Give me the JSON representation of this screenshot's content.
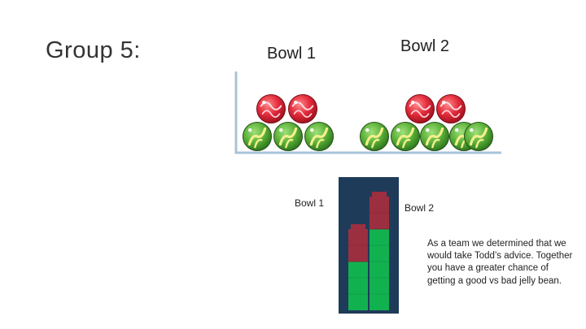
{
  "slide": {
    "title": "Group 5:",
    "bowl_labels": {
      "bowl1": "Bowl 1",
      "bowl2": "Bowl 2"
    },
    "stack_labels": {
      "bowl1": "Bowl 1",
      "bowl2": "Bowl 2"
    },
    "note": "As a team we determined that we would take Todd’s advice. Together you have a greater chance of getting a good vs bad jelly bean."
  },
  "bowls": [
    {
      "name": "Bowl 1",
      "red_marbles": 2,
      "green_marbles": 3
    },
    {
      "name": "Bowl 2",
      "red_marbles": 2,
      "green_marbles": 5
    }
  ],
  "stacks": [
    {
      "name": "Bowl 1",
      "red_blocks": 2,
      "green_blocks": 3
    },
    {
      "name": "Bowl 2",
      "red_blocks": 2,
      "green_blocks": 5
    }
  ],
  "colors": {
    "red_marble": "#e32b3c",
    "green_marble": "#5db23a",
    "stripe": "#f2ef8c",
    "panel_bg": "#1f3b5a",
    "block_red": "#9c2f3f",
    "block_green": "#12b150",
    "bowl_line": "#a8c3d8"
  }
}
